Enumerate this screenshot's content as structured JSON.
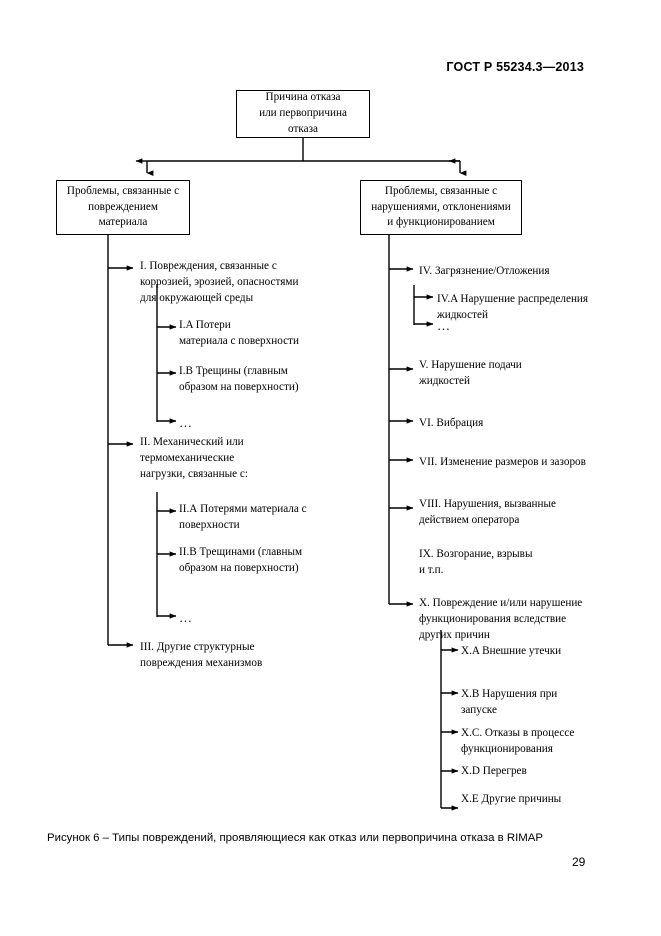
{
  "document": {
    "standard_header": "ГОСТ Р 55234.3—2013",
    "page_number": "29",
    "figure_caption": "Рисунок 6 – Типы повреждений, проявляющиеся как отказ или первопричина отказа в RIMAP"
  },
  "diagram": {
    "root": {
      "lines": [
        "Причина отказа",
        "или первопричина",
        "отказа"
      ]
    },
    "branch_left": {
      "lines": [
        "Проблемы, связанные с",
        "повреждением",
        "материала"
      ]
    },
    "branch_right": {
      "lines": [
        "Проблемы, связанные с",
        "нарушениями, отклонениями",
        "и функционированием"
      ]
    },
    "left_items": [
      {
        "id": "I",
        "lines": [
          "I. Повреждения, связанные с",
          "коррозией, эрозией, опасностями",
          "для окружающей среды"
        ],
        "children": [
          {
            "id": "I.A",
            "lines": [
              "I.A Потери",
              "материала с поверхности"
            ]
          },
          {
            "id": "I.B",
            "lines": [
              "I.B Трещины (главным",
              "образом на поверхности)"
            ]
          },
          {
            "id": "I.more",
            "lines": [
              "…"
            ]
          }
        ]
      },
      {
        "id": "II",
        "lines": [
          "II. Механический или",
          "термомеханические",
          "нагрузки, связанные с:"
        ],
        "children": [
          {
            "id": "II.A",
            "lines": [
              "II.А Потерями материала с",
              "поверхности"
            ]
          },
          {
            "id": "II.B",
            "lines": [
              "II.В Трещинами (главным",
              "образом на поверхности)"
            ]
          },
          {
            "id": "II.more",
            "lines": [
              "…"
            ]
          }
        ]
      },
      {
        "id": "III",
        "lines": [
          "III. Другие структурные",
          "повреждения механизмов"
        ],
        "children": []
      }
    ],
    "right_items": [
      {
        "id": "IV",
        "lines": [
          "IV. Загрязнение/Отложения"
        ],
        "children": [
          {
            "id": "IV.A",
            "lines": [
              "IV.A Нарушение распределения",
              "жидкостей"
            ]
          },
          {
            "id": "IV.more",
            "lines": [
              "…"
            ]
          }
        ]
      },
      {
        "id": "V",
        "lines": [
          "V. Нарушение подачи",
          "жидкостей"
        ],
        "children": []
      },
      {
        "id": "VI",
        "lines": [
          "VI. Вибрация"
        ],
        "children": []
      },
      {
        "id": "VII",
        "lines": [
          "VII. Изменение размеров и зазоров"
        ],
        "children": []
      },
      {
        "id": "VIII",
        "lines": [
          "VIII. Нарушения, вызванные",
          "действием оператора"
        ],
        "children": []
      },
      {
        "id": "IX",
        "lines": [
          "IX. Возгорание, взрывы",
          "и т.п."
        ],
        "children": []
      },
      {
        "id": "X",
        "lines": [
          "X. Повреждение и/или нарушение",
          "функционирования вследствие",
          "других причин"
        ],
        "children": [
          {
            "id": "X.A",
            "lines": [
              "X.A Внешние утечки"
            ]
          },
          {
            "id": "X.B",
            "lines": [
              "X.B Нарушения при",
              "запуске"
            ]
          },
          {
            "id": "X.C",
            "lines": [
              "X.C. Отказы  в процессе",
              "функционирования"
            ]
          },
          {
            "id": "X.D",
            "lines": [
              "X.D Перегрев"
            ]
          },
          {
            "id": "X.E",
            "lines": [
              "X.E Другие причины"
            ]
          }
        ]
      }
    ]
  },
  "colors": {
    "ink": "#000000",
    "paper": "#ffffff"
  }
}
